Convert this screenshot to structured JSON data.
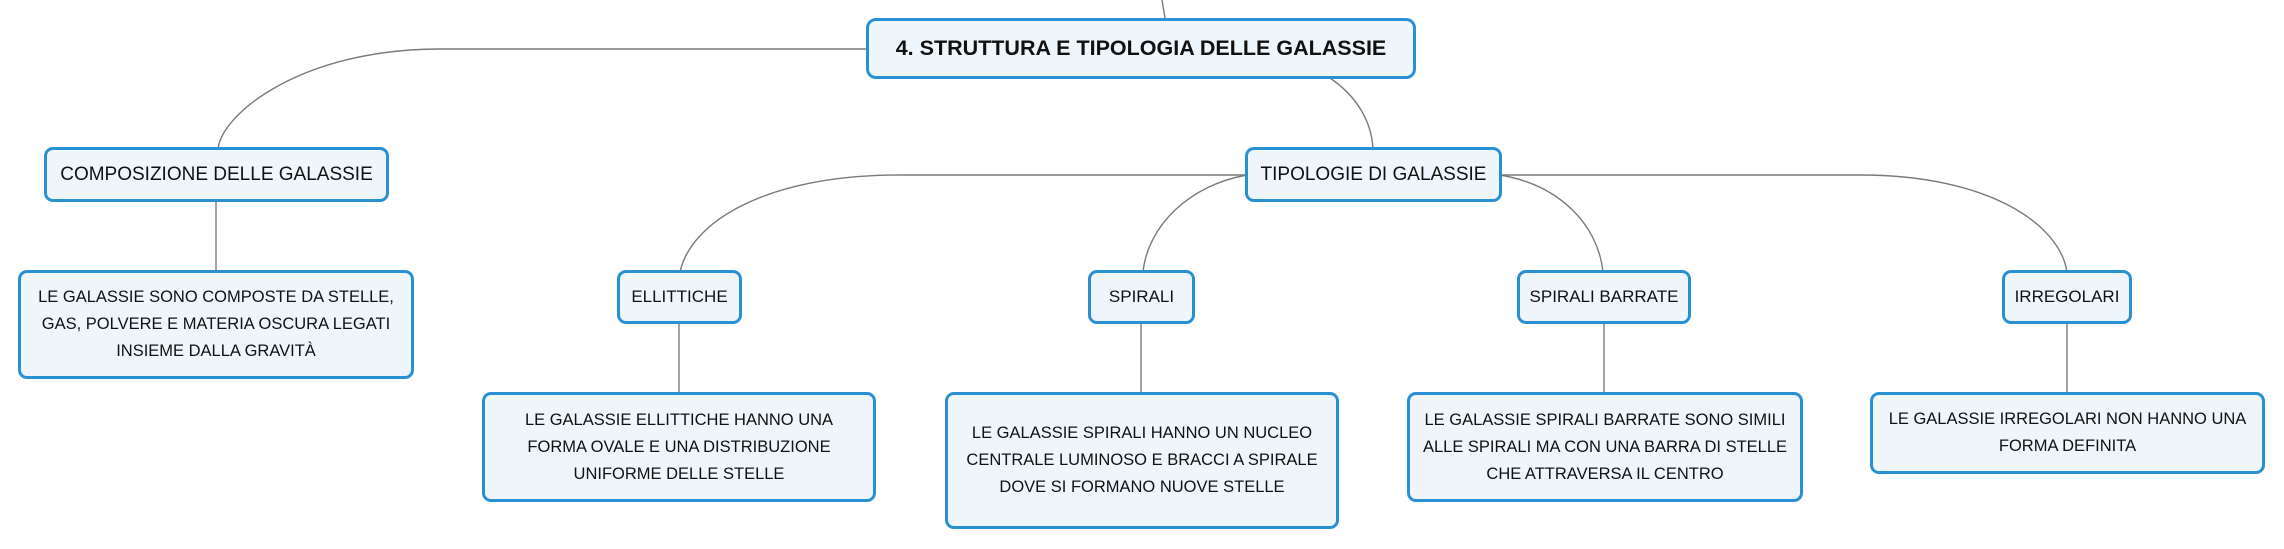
{
  "root": {
    "label": "4. STRUTTURA E TIPOLOGIA DELLE GALASSIE"
  },
  "composition": {
    "label": "COMPOSIZIONE DELLE GALASSIE",
    "description": "LE GALASSIE SONO COMPOSTE DA STELLE, GAS, POLVERE E MATERIA OSCURA LEGATI INSIEME DALLA GRAVITÀ"
  },
  "types": {
    "label": "TIPOLOGIE DI GALASSIE",
    "items": [
      {
        "label": "ELLITTICHE",
        "description": "LE GALASSIE ELLITTICHE HANNO UNA FORMA OVALE E UNA DISTRIBUZIONE UNIFORME DELLE STELLE"
      },
      {
        "label": "SPIRALI",
        "description": "LE GALASSIE SPIRALI HANNO UN NUCLEO CENTRALE LUMINOSO E BRACCI A SPIRALE DOVE SI FORMANO NUOVE STELLE"
      },
      {
        "label": "SPIRALI BARRATE",
        "description": "LE GALASSIE SPIRALI BARRATE SONO SIMILI ALLE SPIRALI MA CON UNA BARRA DI STELLE CHE ATTRAVERSA IL CENTRO"
      },
      {
        "label": "IRREGOLARI",
        "description": "LE GALASSIE IRREGOLARI NON HANNO UNA FORMA DEFINITA"
      }
    ]
  },
  "colors": {
    "border": "#2a90d4",
    "fill": "#eef6fb",
    "connector": "#7a7a7a"
  }
}
